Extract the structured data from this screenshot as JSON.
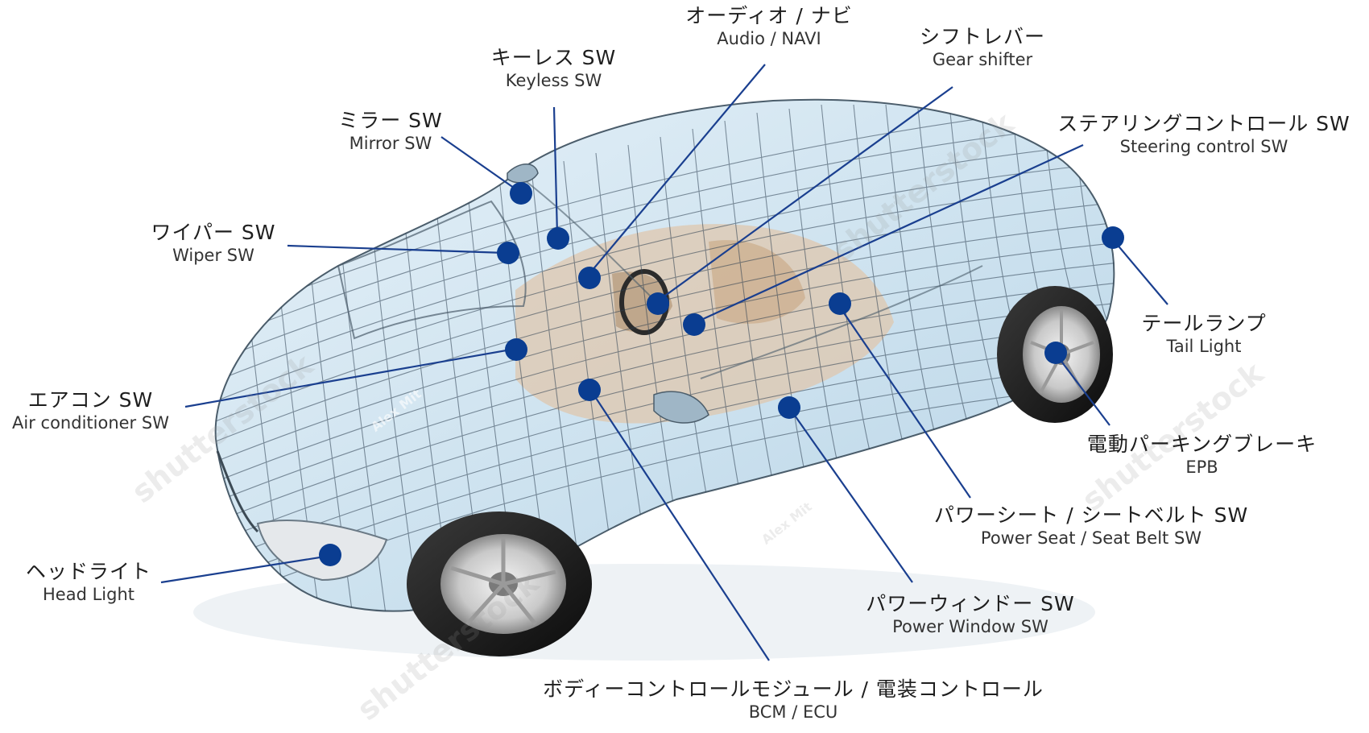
{
  "colors": {
    "marker": "#0a3d91",
    "leader": "#1a3f8f",
    "mesh": "#2c3e50",
    "glass": "#cfe4f2",
    "interior": "#d9c2a8"
  },
  "watermark": {
    "brand": "shutterstock",
    "author": "Alex Mit"
  },
  "callouts": [
    {
      "id": "audio",
      "jp": "オーディオ / ナビ",
      "en": "Audio / NAVI"
    },
    {
      "id": "gear",
      "jp": "シフトレバー",
      "en": "Gear shifter"
    },
    {
      "id": "keyless",
      "jp": "キーレス SW",
      "en": "Keyless SW"
    },
    {
      "id": "mirror",
      "jp": "ミラー SW",
      "en": "Mirror SW"
    },
    {
      "id": "steering",
      "jp": "ステアリングコントロール SW",
      "en": "Steering control SW"
    },
    {
      "id": "wiper",
      "jp": "ワイパー SW",
      "en": "Wiper SW"
    },
    {
      "id": "tail",
      "jp": "テールランプ",
      "en": "Tail Light"
    },
    {
      "id": "aircon",
      "jp": "エアコン SW",
      "en": "Air conditioner SW"
    },
    {
      "id": "epb",
      "jp": "電動パーキングブレーキ",
      "en": "EPB"
    },
    {
      "id": "seat",
      "jp": "パワーシート / シートベルト SW",
      "en": "Power Seat / Seat Belt SW"
    },
    {
      "id": "headlight",
      "jp": "ヘッドライト",
      "en": "Head Light"
    },
    {
      "id": "window",
      "jp": "パワーウィンドー SW",
      "en": "Power Window SW"
    },
    {
      "id": "bcm",
      "jp": "ボディーコントロールモジュール / 電装コントロール",
      "en": "BCM / ECU"
    }
  ]
}
